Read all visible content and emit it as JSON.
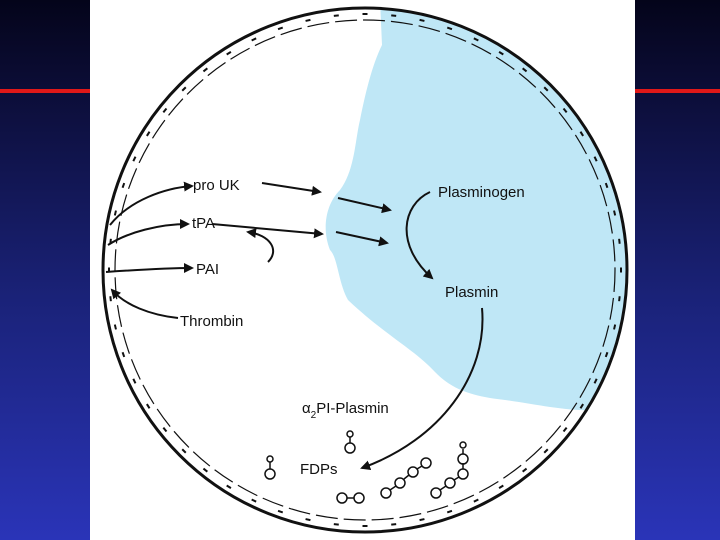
{
  "slide": {
    "accent_color": "#e01818",
    "background_top": "#04041a",
    "background_bottom": "#2a34b8"
  },
  "diagram": {
    "cell_fill": "#bfe7f6",
    "labels": {
      "pro_uk": "pro UK",
      "tpa": "tPA",
      "pai": "PAI",
      "thrombin": "Thrombin",
      "plasminogen": "Plasminogen",
      "plasmin": "Plasmin",
      "alpha2pi_alpha": "α",
      "alpha2pi_sub": "2",
      "alpha2pi_rest": "PI-Plasmin",
      "fdps": "FDPs"
    }
  }
}
